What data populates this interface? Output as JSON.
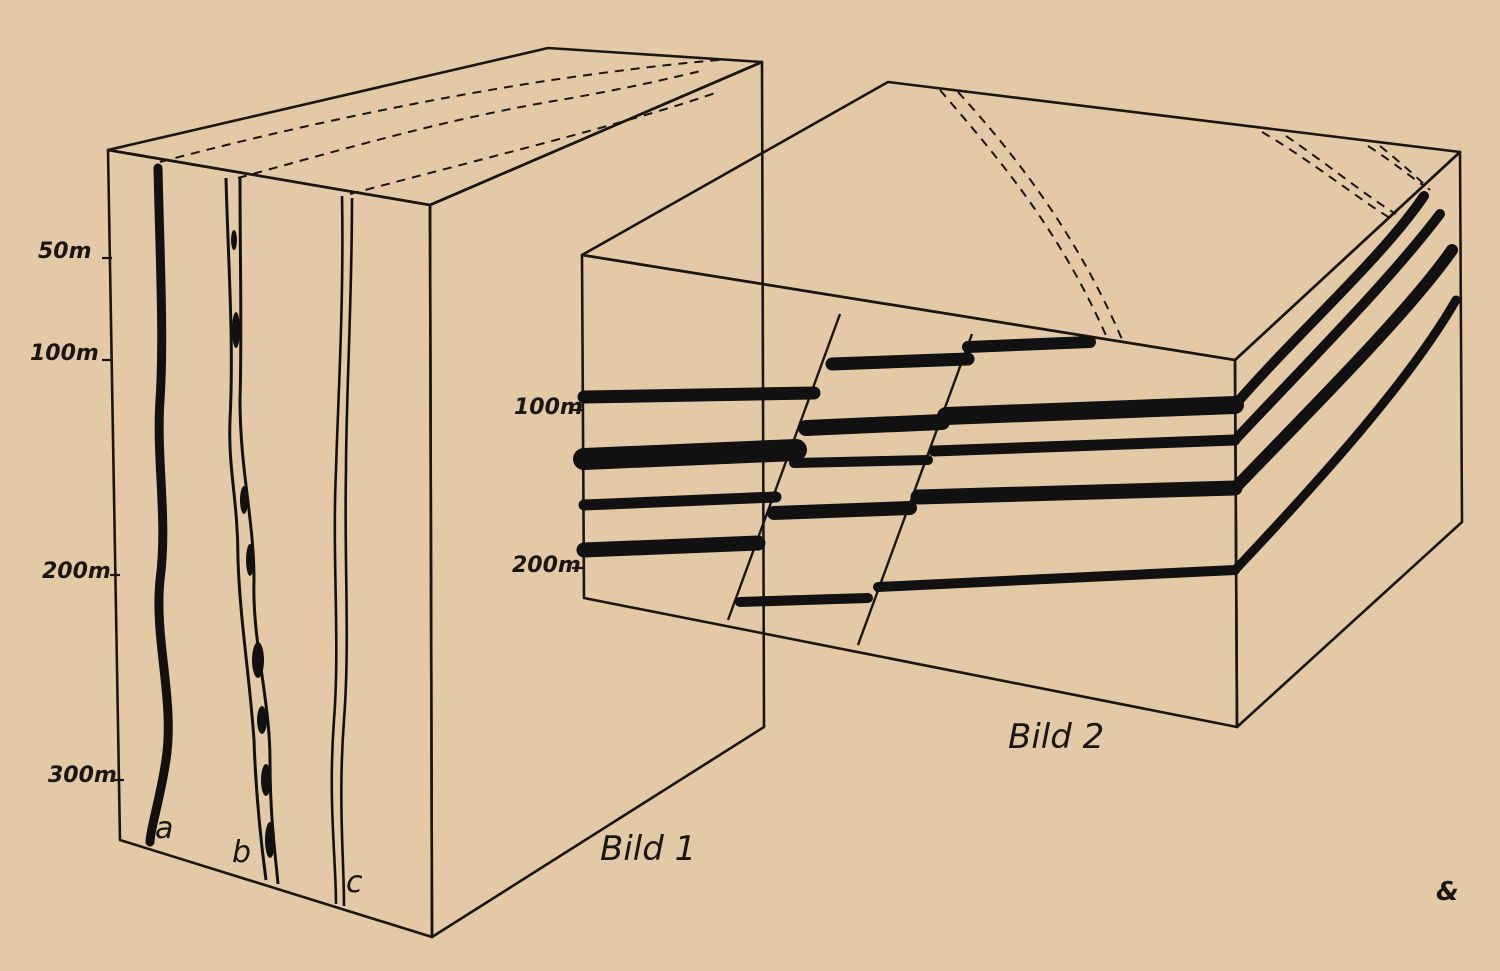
{
  "paper_color": "#e3c9a5",
  "ink_color": "#1a1614",
  "figure1": {
    "caption": "Bild 1",
    "depth_labels": [
      "50m",
      "100m",
      "200m",
      "300m"
    ],
    "veins": [
      {
        "label": "a",
        "style": "solid-thick"
      },
      {
        "label": "b",
        "style": "lenticular"
      },
      {
        "label": "c",
        "style": "double-thin"
      }
    ]
  },
  "figure2": {
    "caption": "Bild 2",
    "depth_labels": [
      "100m",
      "200m"
    ]
  },
  "corner_mark": "&"
}
